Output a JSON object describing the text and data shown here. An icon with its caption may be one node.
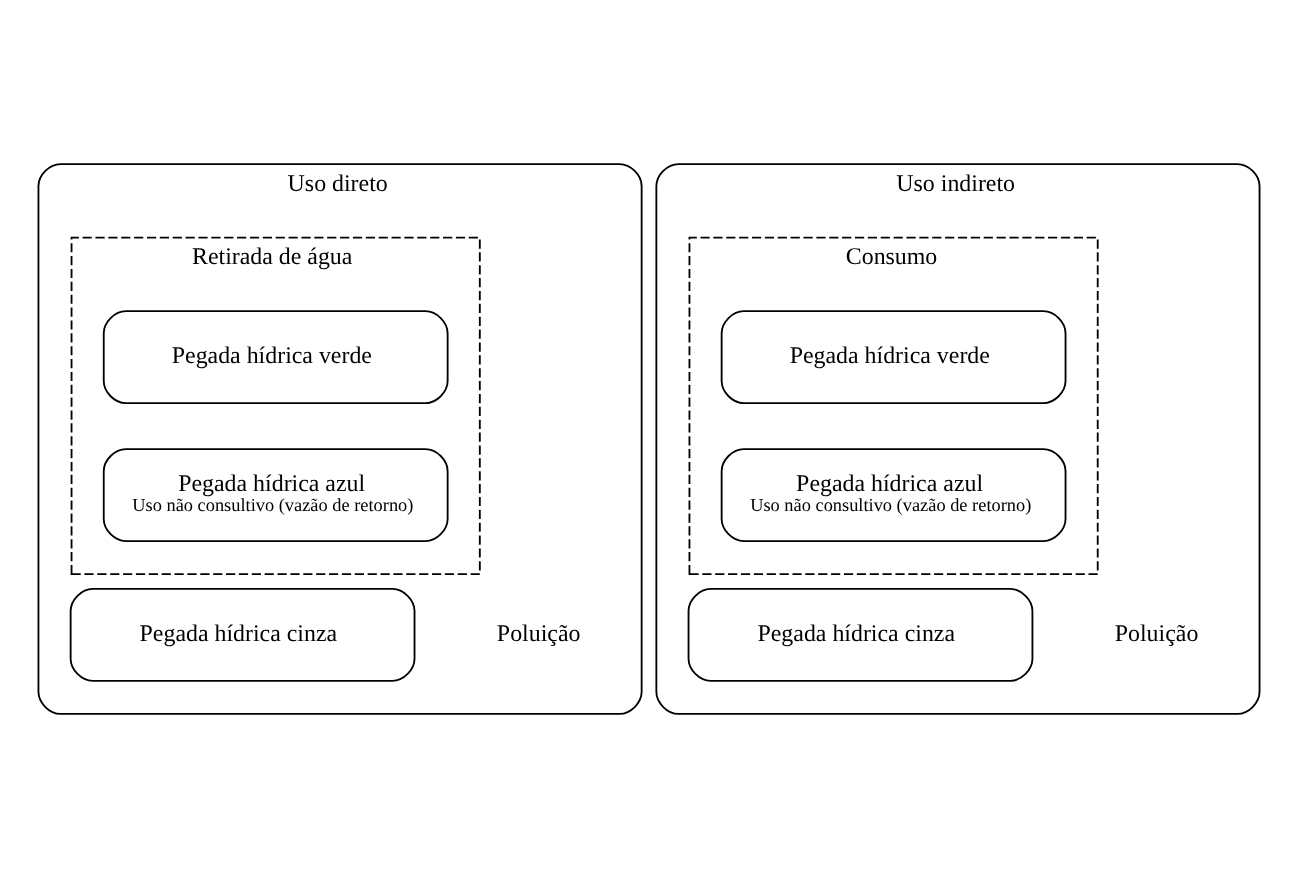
{
  "diagram": {
    "nodes": [
      {
        "text": [
          "Uso direto"
        ]
      },
      {
        "text": [
          "Retirada de água"
        ],
        "in": 0
      },
      {
        "text": [
          "Pegada hídrica verde"
        ],
        "in": 1
      },
      {
        "text": [
          "Pegada hídrica azul",
          "Uso não consultivo (vazão de retorno)"
        ],
        "in": 1
      },
      {
        "text": [
          "Pegada hídrica cinza"
        ],
        "in": 0,
        "beside": [
          "Poluição"
        ]
      },
      {
        "text": [
          "Uso indireto"
        ]
      },
      {
        "text": [
          "Consumo"
        ],
        "in": 5
      },
      {
        "text": [
          "Pegada hídrica verde"
        ],
        "in": 6
      },
      {
        "text": [
          "Pegada hídrica azul",
          "Uso não consultivo (vazão de retorno)"
        ],
        "in": 6
      },
      {
        "text": [
          "Pegada hídrica cinza"
        ],
        "in": 5,
        "beside": [
          "Poluição"
        ]
      }
    ],
    "edges": []
  }
}
